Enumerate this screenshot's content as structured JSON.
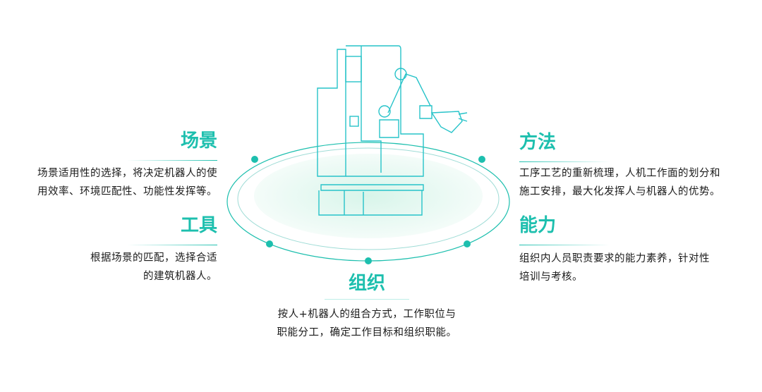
{
  "colors": {
    "accent": "#1dbfae",
    "text": "#1a1a1a"
  },
  "sections": {
    "scene": {
      "title": "场景",
      "lines": [
        "场景适用性的选择，将决定机器人的使",
        "用效率、环境匹配性、功能性发挥等。"
      ]
    },
    "tool": {
      "title": "工具",
      "lines": [
        "根据场景的匹配，选择合适",
        "的建筑机器人。"
      ]
    },
    "method": {
      "title": "方法",
      "lines": [
        "工序工艺的重新梳理，人机工作面的划分和",
        "施工安排，最大化发挥人与机器人的优势。"
      ]
    },
    "ability": {
      "title": "能力",
      "lines": [
        "组织内人员职责要求的能力素养，针对性",
        "培训与考核。"
      ]
    },
    "organization": {
      "title": "组织",
      "lines": [
        "按人+机器人的组合方式，工作职位与",
        "职能分工，确定工作目标和组织职能。"
      ]
    }
  }
}
